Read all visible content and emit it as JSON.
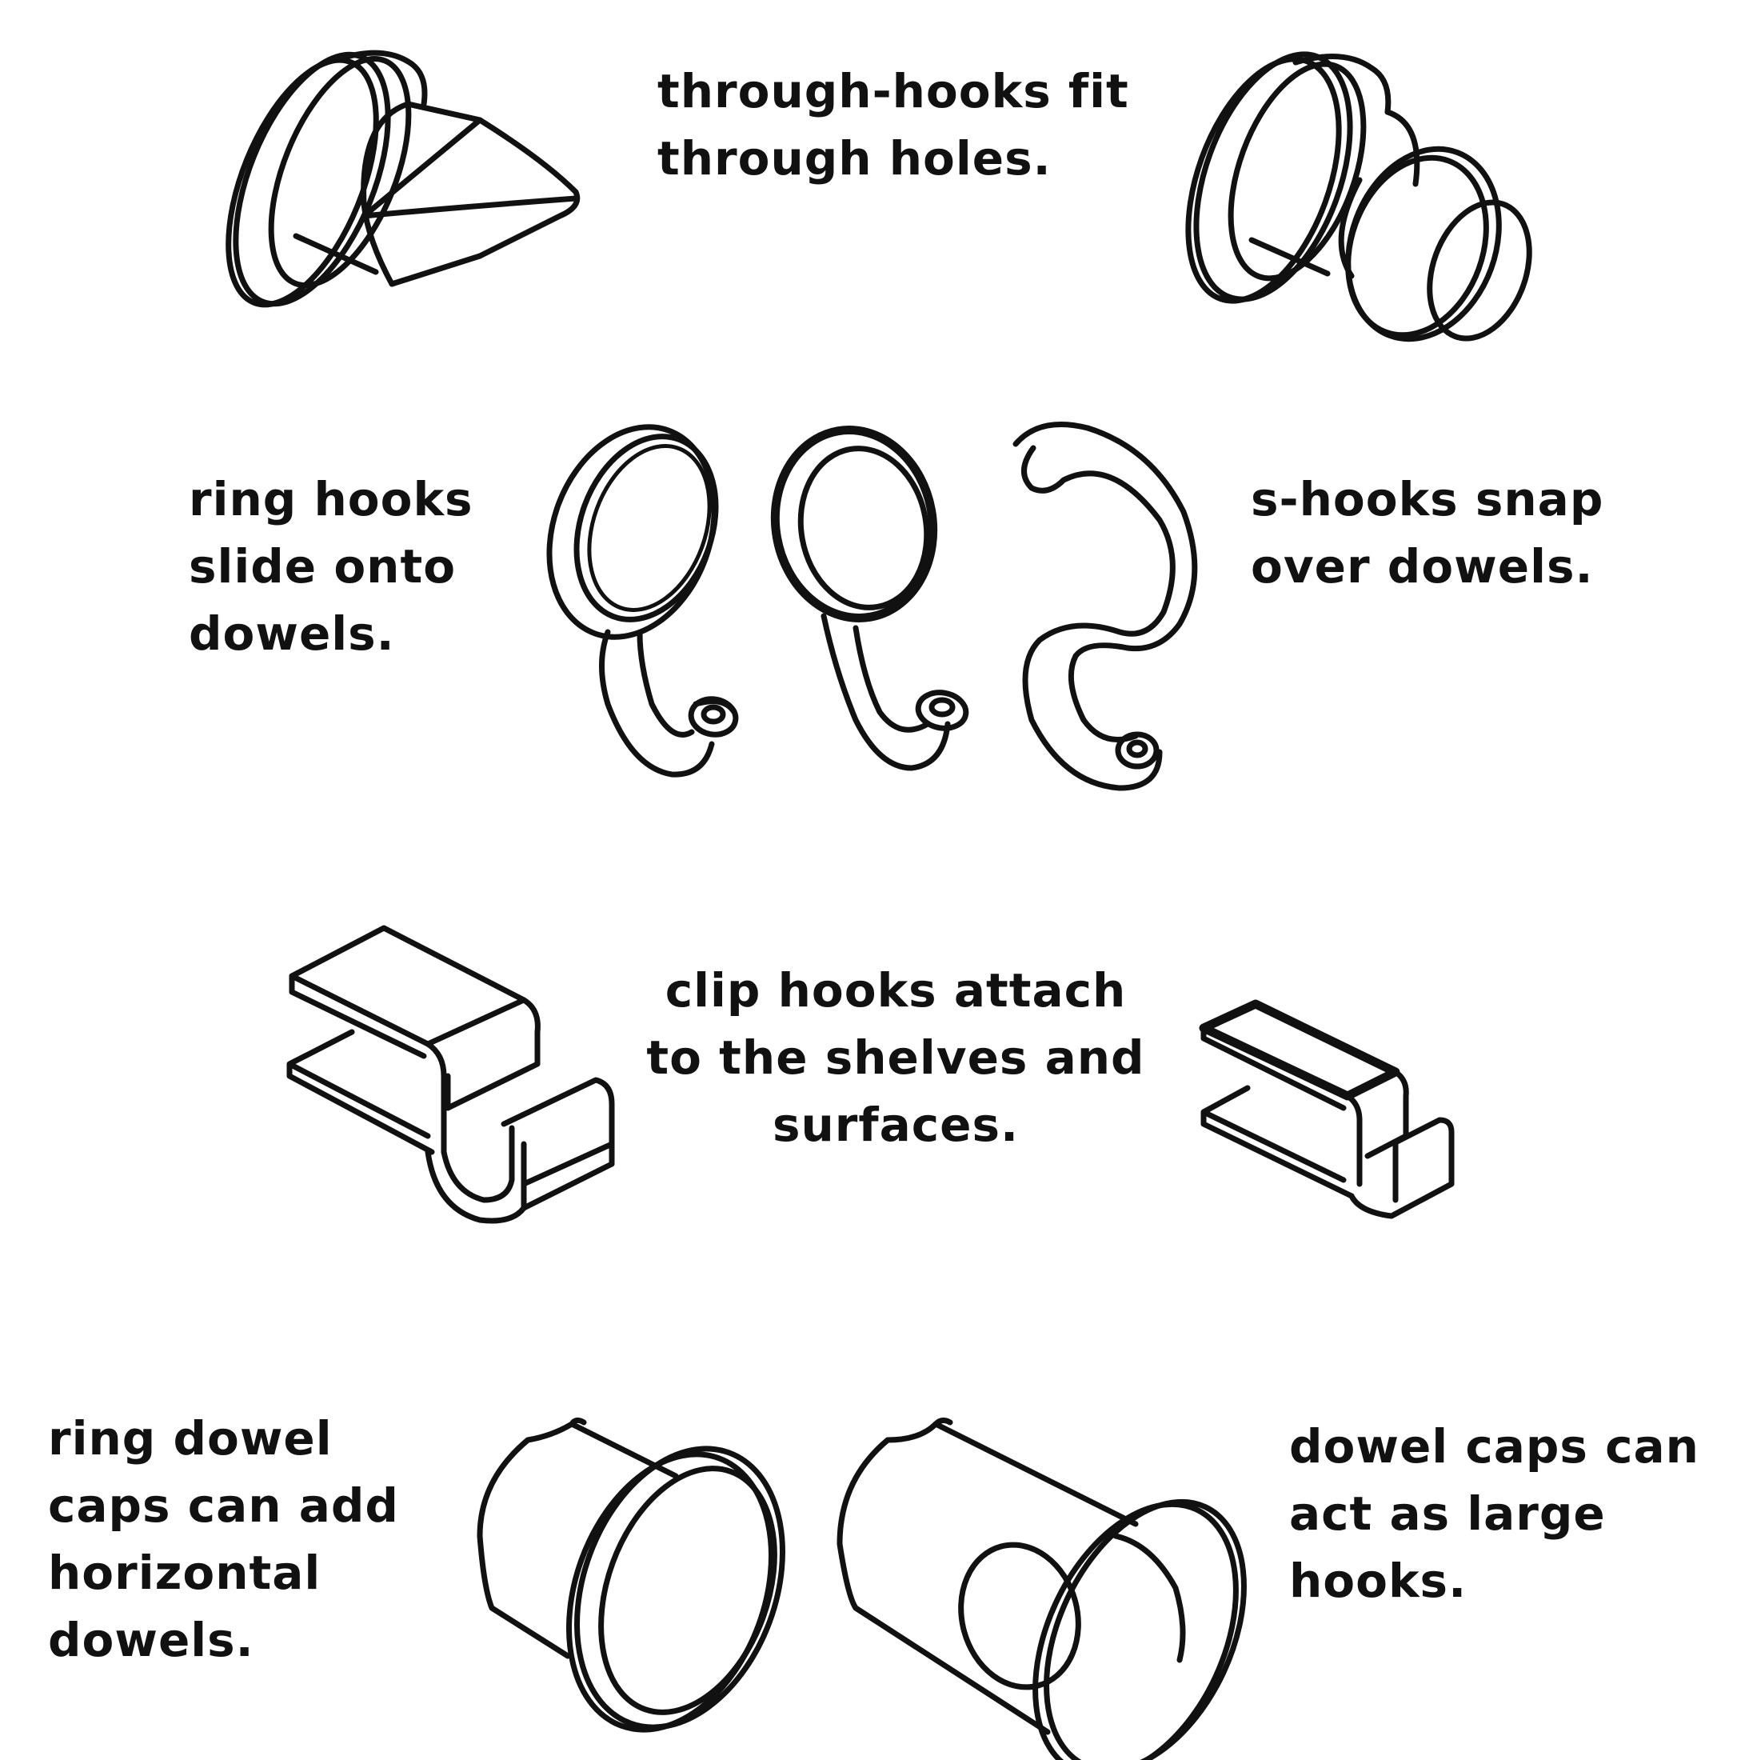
{
  "captions": {
    "through_hooks": [
      "through-hooks fit",
      "through holes."
    ],
    "ring_hooks": [
      "ring hooks",
      "slide onto",
      "dowels."
    ],
    "s_hooks": [
      "s-hooks snap",
      "over dowels."
    ],
    "clip_hooks": [
      "clip hooks attach",
      "to the shelves and",
      "surfaces."
    ],
    "ring_dowel_caps": [
      "ring dowel",
      "caps can add",
      "horizontal",
      "dowels."
    ],
    "dowel_caps": [
      "dowel caps can",
      "act as large",
      "hooks."
    ]
  },
  "colors": {
    "line": "#111111",
    "background": "#ffffff"
  }
}
